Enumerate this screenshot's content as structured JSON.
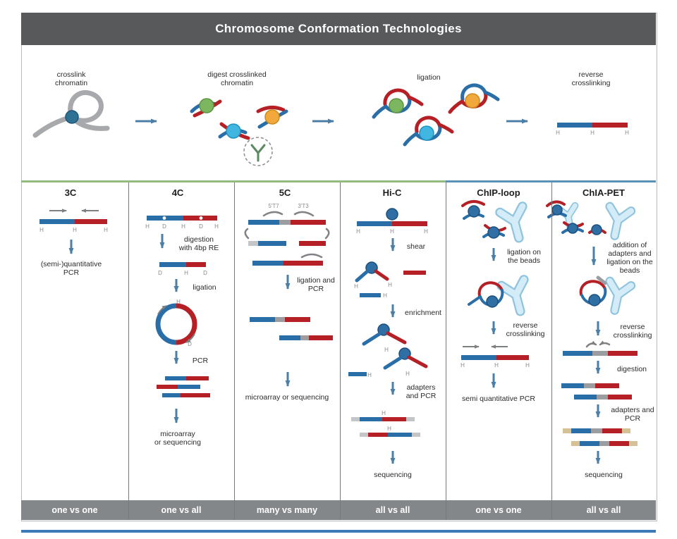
{
  "title": "Chromosome Conformation Technologies",
  "colors": {
    "header_bg": "#58595b",
    "footer_bg": "#84878a",
    "dna_blue": "#2a6ea8",
    "dna_red": "#b42025",
    "protein_green": "#7cb75f",
    "protein_cyan": "#41b6e0",
    "protein_orange": "#f2a93b",
    "bead_blue": "#2f6fa3",
    "antibody_blue": "#d3ecf8",
    "accent_green": "#94bb7f",
    "accent_blue": "#5b92b5",
    "bottom_line_blue": "#3c7ab8"
  },
  "labels": {
    "h": "H",
    "d": "D",
    "t7": "5'T7",
    "t3": "3'T3"
  },
  "workflow": [
    {
      "line1": "crosslink",
      "line2": "chromatin"
    },
    {
      "line1": "digest crosslinked",
      "line2": "chromatin"
    },
    {
      "line1": "ligation",
      "line2": ""
    },
    {
      "line1": "reverse",
      "line2": "crosslinking"
    }
  ],
  "columns": [
    {
      "title": "3C",
      "footer": "one vs one",
      "texts": {
        "result1": "(semi-)quantitative",
        "result2": "PCR"
      }
    },
    {
      "title": "4C",
      "footer": "one vs all",
      "texts": {
        "digest1": "digestion",
        "digest2": "with 4bp RE",
        "ligation": "ligation",
        "pcr": "PCR",
        "result1": "microarray",
        "result2": "or sequencing"
      }
    },
    {
      "title": "5C",
      "footer": "many vs many",
      "texts": {
        "ligation1": "ligation and",
        "ligation2": "PCR",
        "result": "microarray or sequencing"
      }
    },
    {
      "title": "Hi-C",
      "footer": "all vs all",
      "texts": {
        "shear": "shear",
        "enrichment": "enrichment",
        "adapters1": "adapters",
        "adapters2": "and PCR",
        "result": "sequencing"
      }
    },
    {
      "title": "ChIP-loop",
      "footer": "one vs one",
      "texts": {
        "ligation1": "ligation on",
        "ligation2": "the beads",
        "reverse1": "reverse",
        "reverse2": "crosslinking",
        "result": "semi quantitative PCR"
      }
    },
    {
      "title": "ChIA-PET",
      "footer": "all vs all",
      "texts": {
        "addition1": "addition of",
        "addition2": "adapters and",
        "addition3": "ligation on the",
        "addition4": "beads",
        "reverse1": "reverse",
        "reverse2": "crosslinking",
        "digestion": "digestion",
        "adapters1": "adapters and",
        "adapters2": "PCR",
        "result": "sequencing"
      }
    }
  ]
}
